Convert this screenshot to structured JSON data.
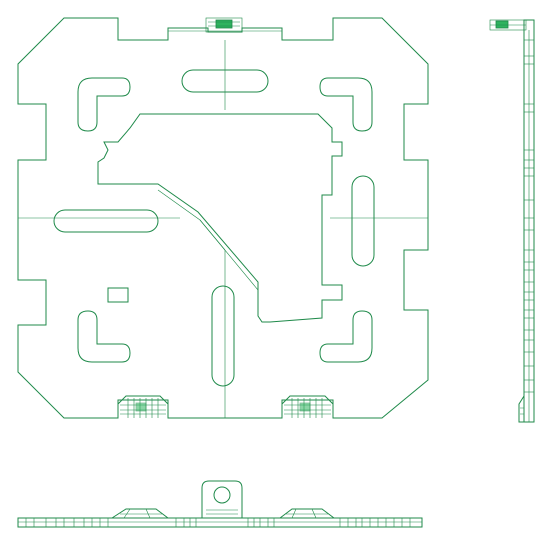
{
  "drawing": {
    "views": [
      "top-view",
      "side-view",
      "front-view"
    ],
    "colors": {
      "line": "#1f8a4a",
      "fill": "#2fb35f",
      "background": "#ffffff"
    }
  }
}
